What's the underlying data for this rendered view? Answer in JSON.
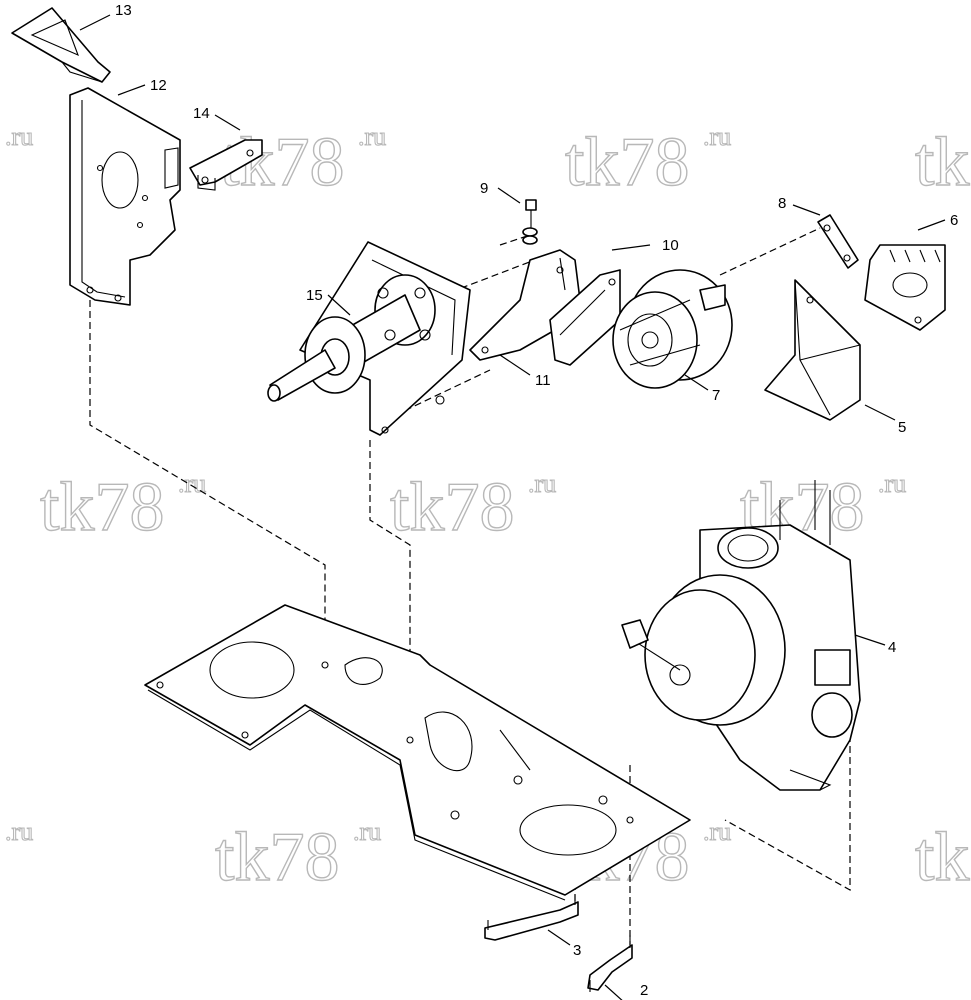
{
  "watermark": {
    "main": "tk78",
    "suffix": ".ru"
  },
  "callouts": [
    "13",
    "12",
    "14",
    "9",
    "10",
    "15",
    "11",
    "7",
    "8",
    "6",
    "5",
    "4",
    "3",
    "2"
  ]
}
